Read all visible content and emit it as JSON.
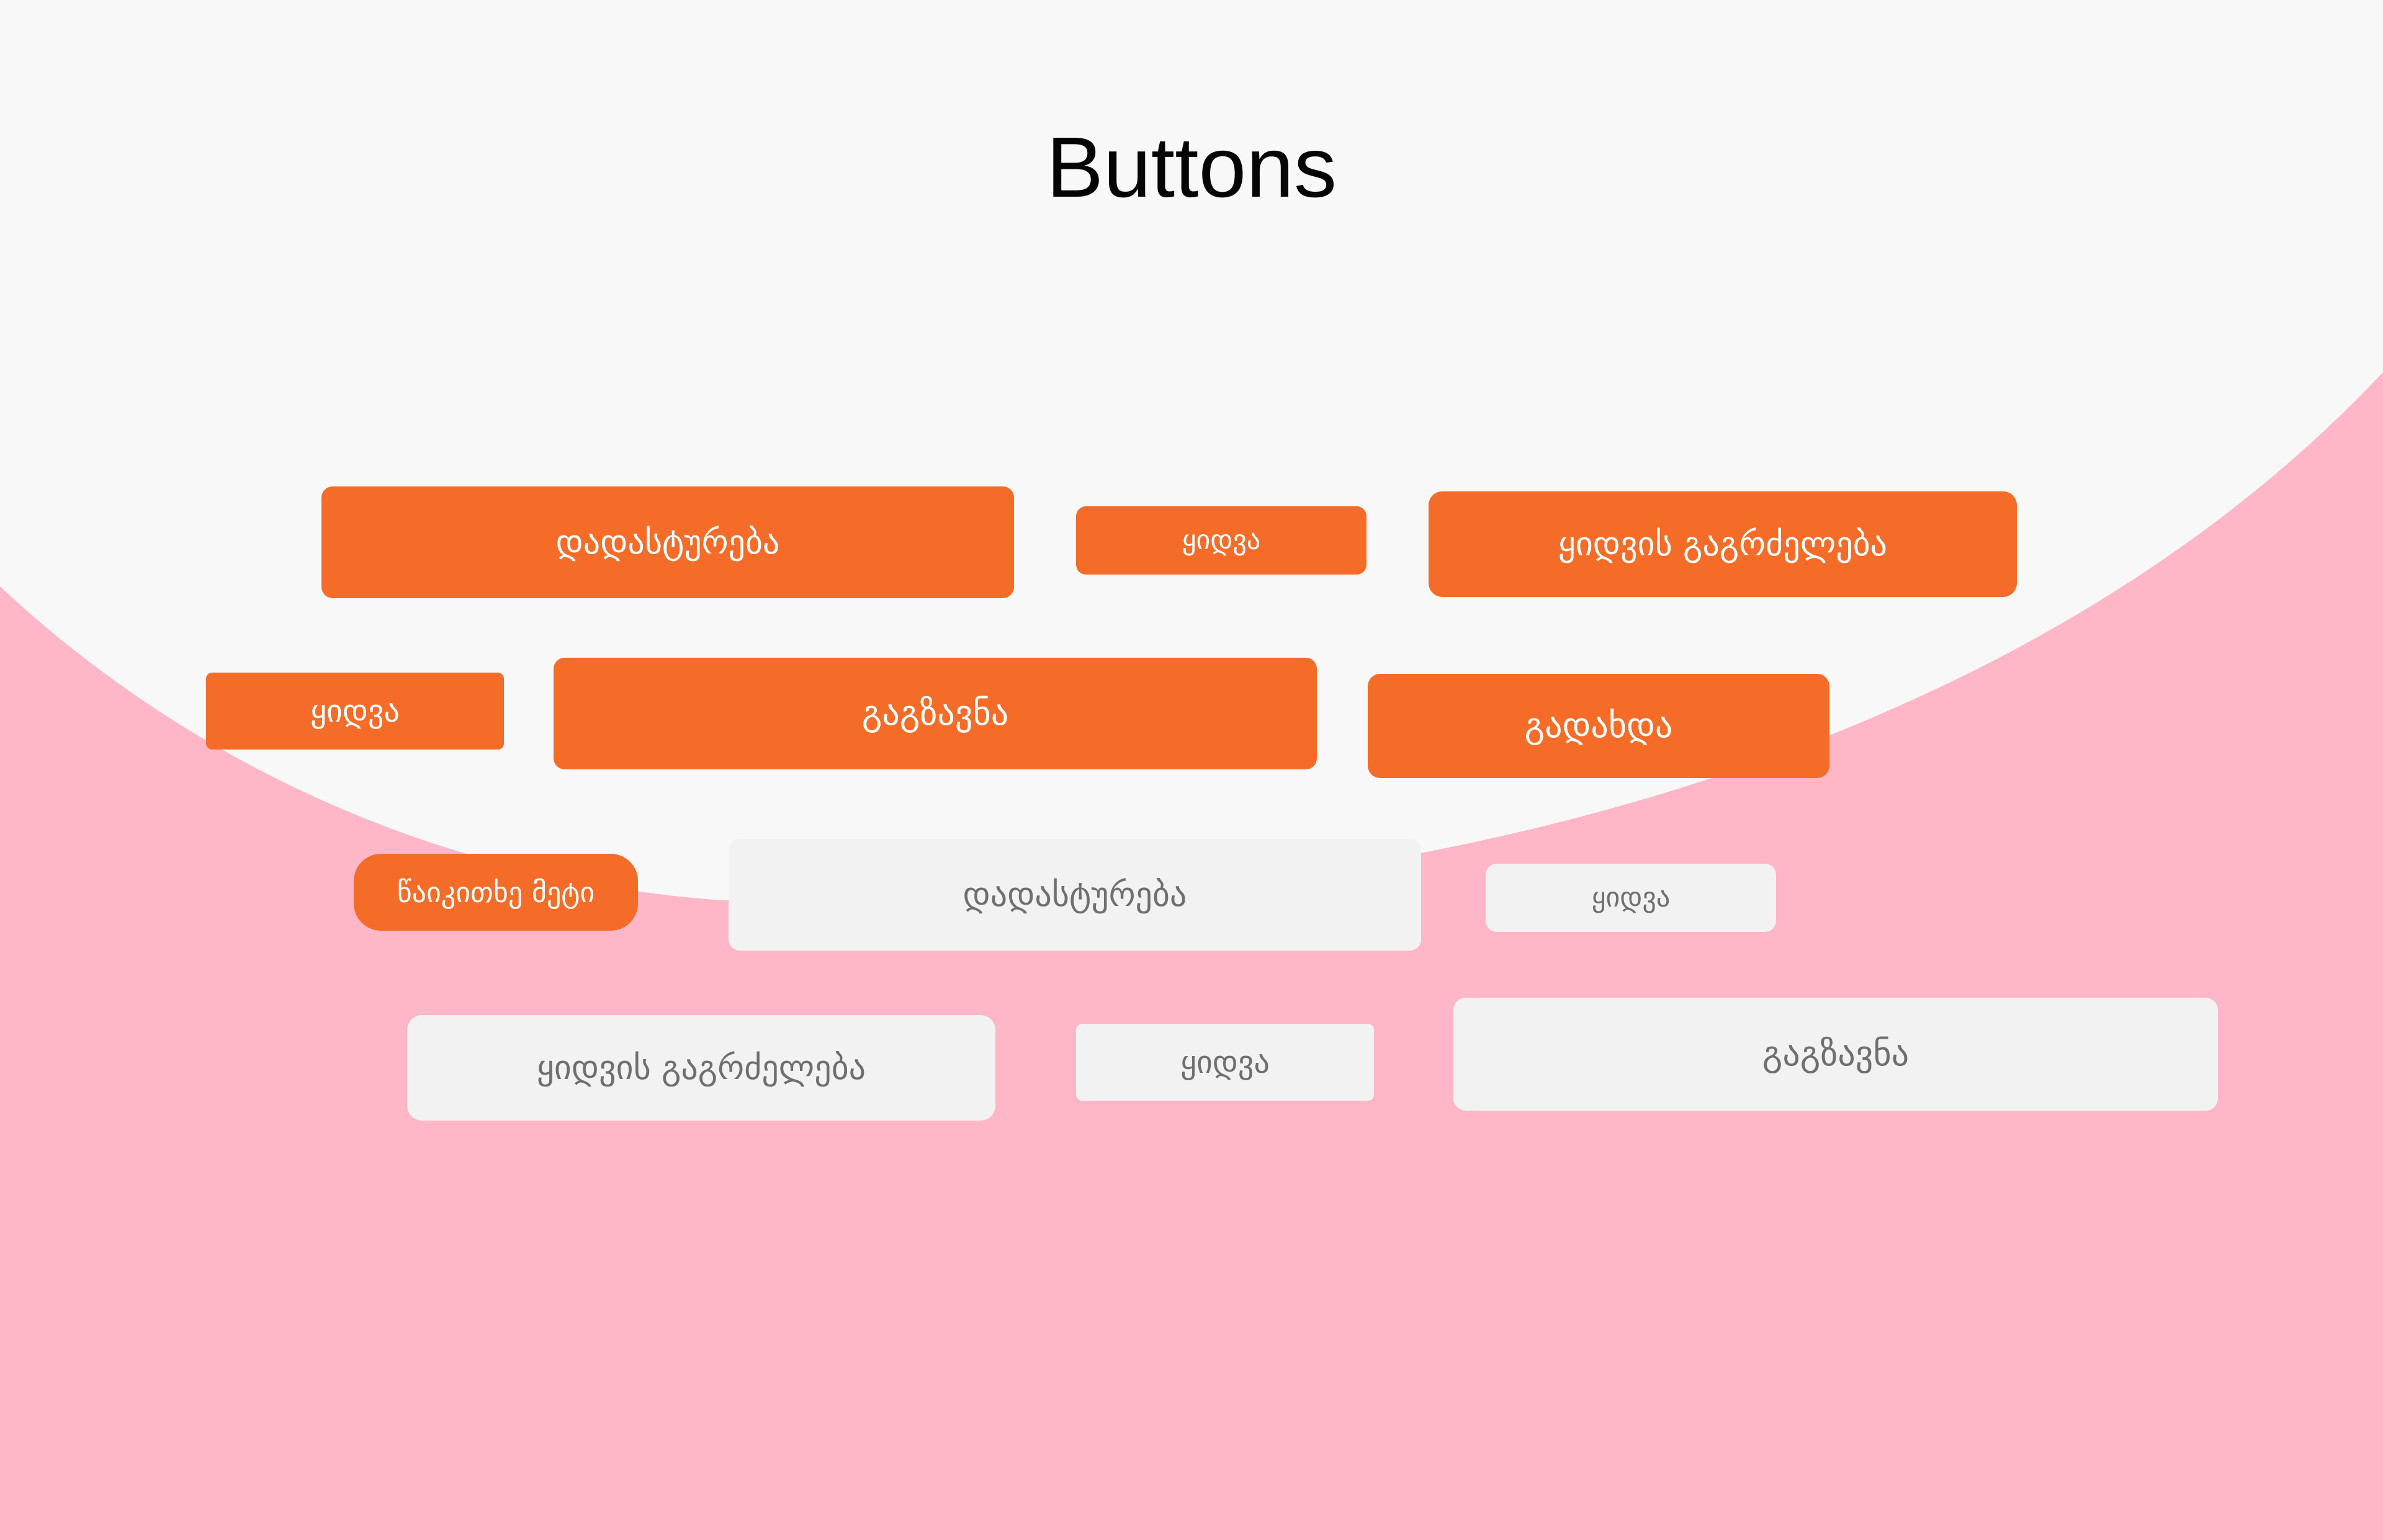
{
  "page": {
    "title": "Buttons"
  },
  "colors": {
    "background_pink": "#FFB6C7",
    "background_light": "#F8F8F8",
    "primary": "#F46C27",
    "primary_text": "#FFFFFF",
    "secondary": "#F2F2F2",
    "secondary_text": "#6F6F6F",
    "title_text": "#050505"
  },
  "buttons": {
    "primary": {
      "confirm_large": "დადასტურება",
      "buy_small": "ყიდვა",
      "continue_buying": "ყიდვის გაგრძელება",
      "buy_compact": "ყიდვა",
      "send": "გაგზავნა",
      "pay": "გადახდა",
      "read_more": "წაიკითხე მეტი"
    },
    "secondary": {
      "confirm": "დადასტურება",
      "buy_small": "ყიდვა",
      "continue_buying": "ყიდვის გაგრძელება",
      "buy_compact": "ყიდვა",
      "send": "გაგზავნა"
    }
  }
}
